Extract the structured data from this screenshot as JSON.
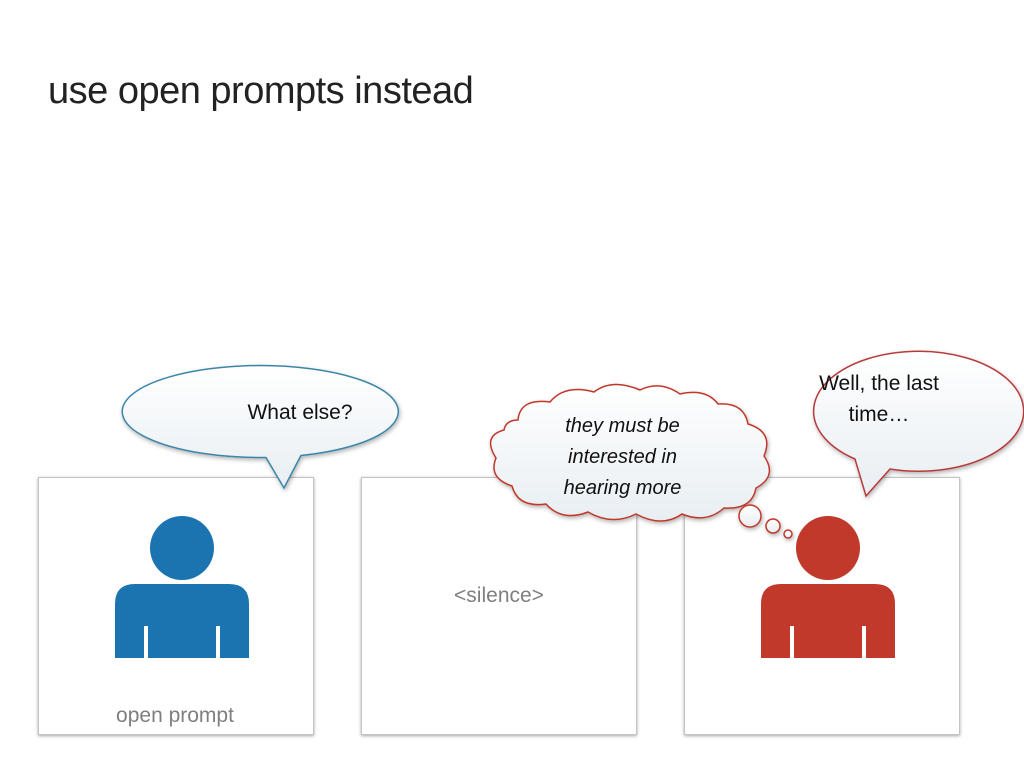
{
  "slide": {
    "title": "use open prompts instead"
  },
  "panels": [
    {
      "caption": "open prompt",
      "speech": "What else?",
      "person_color": "#1b73b0"
    },
    {
      "caption": "<silence>",
      "thought_lines": [
        "they must be",
        "interested in",
        "hearing more"
      ]
    },
    {
      "caption": "",
      "speech_lines": [
        "Well, the last",
        "time…"
      ],
      "person_color": "#c0392b"
    }
  ],
  "colors": {
    "speech_border_blue": "#3b86a8",
    "speech_border_red": "#b83a3a",
    "thought_border": "#c0392b"
  },
  "icons": [
    "person-icon",
    "speech-bubble",
    "thought-bubble"
  ]
}
